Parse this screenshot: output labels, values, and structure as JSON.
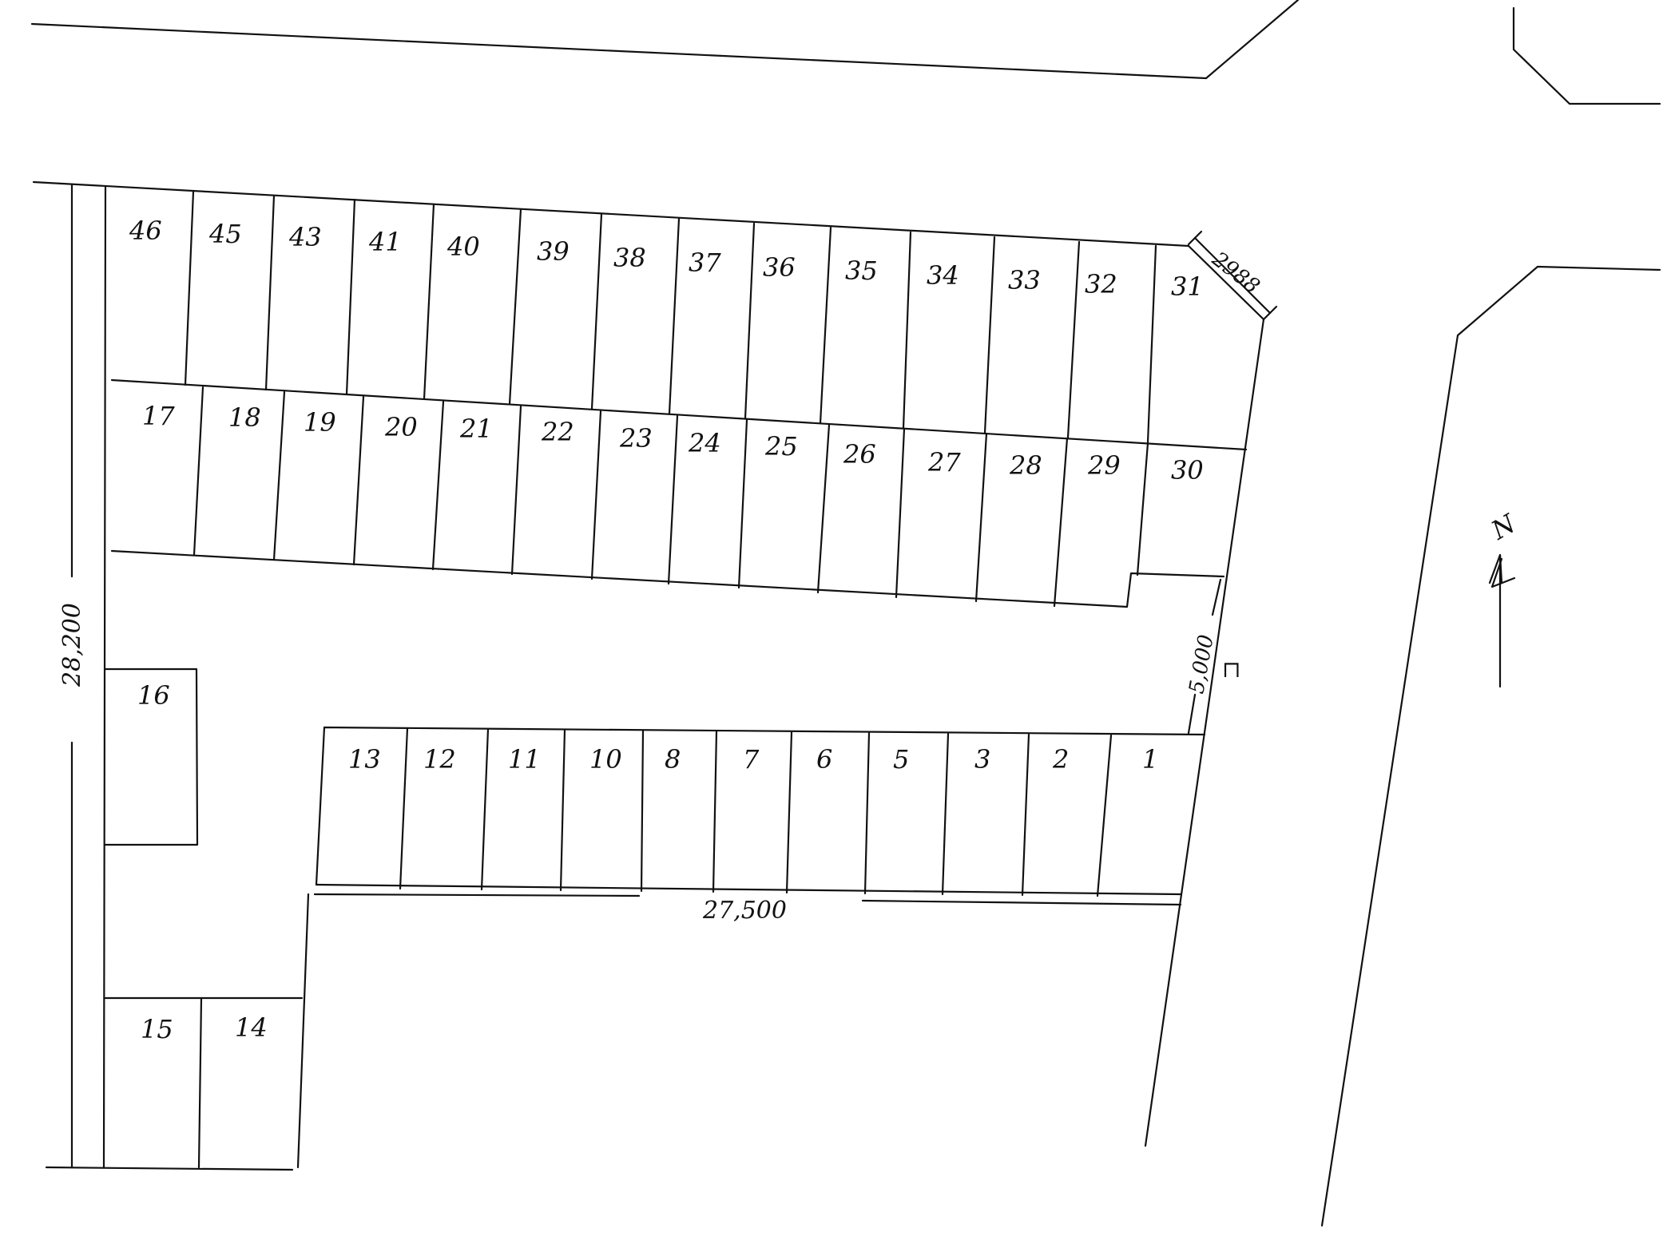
{
  "spaces": [
    {
      "id": "46",
      "label": "46"
    },
    {
      "id": "45",
      "label": "45"
    },
    {
      "id": "43",
      "label": "43"
    },
    {
      "id": "41",
      "label": "41"
    },
    {
      "id": "40",
      "label": "40"
    },
    {
      "id": "39",
      "label": "39"
    },
    {
      "id": "38",
      "label": "38"
    },
    {
      "id": "37",
      "label": "37"
    },
    {
      "id": "36",
      "label": "36"
    },
    {
      "id": "35",
      "label": "35"
    },
    {
      "id": "34",
      "label": "34"
    },
    {
      "id": "33",
      "label": "33"
    },
    {
      "id": "32",
      "label": "32"
    },
    {
      "id": "31",
      "label": "31"
    },
    {
      "id": "17",
      "label": "17"
    },
    {
      "id": "18",
      "label": "18"
    },
    {
      "id": "19",
      "label": "19"
    },
    {
      "id": "20",
      "label": "20"
    },
    {
      "id": "21",
      "label": "21"
    },
    {
      "id": "22",
      "label": "22"
    },
    {
      "id": "23",
      "label": "23"
    },
    {
      "id": "24",
      "label": "24"
    },
    {
      "id": "25",
      "label": "25"
    },
    {
      "id": "26",
      "label": "26"
    },
    {
      "id": "27",
      "label": "27"
    },
    {
      "id": "28",
      "label": "28"
    },
    {
      "id": "29",
      "label": "29"
    },
    {
      "id": "30",
      "label": "30"
    },
    {
      "id": "16",
      "label": "16"
    },
    {
      "id": "13",
      "label": "13"
    },
    {
      "id": "12",
      "label": "12"
    },
    {
      "id": "11",
      "label": "11"
    },
    {
      "id": "10",
      "label": "10"
    },
    {
      "id": "8",
      "label": "8"
    },
    {
      "id": "7",
      "label": "7"
    },
    {
      "id": "6",
      "label": "6"
    },
    {
      "id": "5",
      "label": "5"
    },
    {
      "id": "3",
      "label": "3"
    },
    {
      "id": "2",
      "label": "2"
    },
    {
      "id": "1",
      "label": "1"
    },
    {
      "id": "15",
      "label": "15"
    },
    {
      "id": "14",
      "label": "14"
    }
  ],
  "dimensions": {
    "west_length": "28,200",
    "south_length": "27,500",
    "corner_chamfer": "2988",
    "entrance_width": "5,000"
  },
  "north_arrow": {
    "label": "N"
  },
  "entrance_mark": {
    "label": "⊓"
  }
}
